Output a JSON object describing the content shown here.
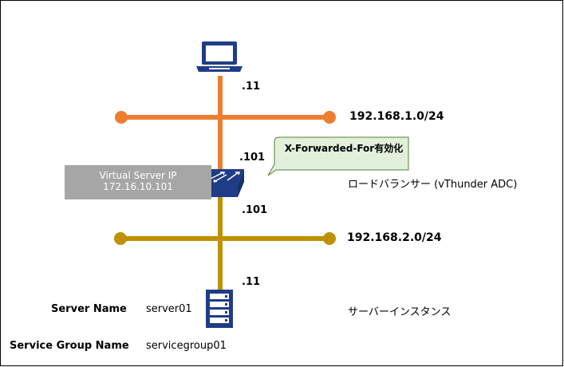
{
  "colors": {
    "upper_network": "#ed7d31",
    "lower_network": "#bf9000",
    "device_fill": "#1f3c88",
    "callout_fill": "#e2efda",
    "label_box": "#a6a6a6"
  },
  "icons": {
    "client": "laptop-icon",
    "load_balancer": "switch-icon",
    "server": "server-icon"
  },
  "client": {
    "ip_suffix": ".11"
  },
  "upper_network": {
    "cidr": "192.168.1.0/24"
  },
  "load_balancer": {
    "upper_ip_suffix": ".101",
    "lower_ip_suffix": ".101",
    "name": "ロードバランサー (vThunder ADC)",
    "callout": "X-Forwarded-For有効化",
    "virtual_server": {
      "title": "Virtual Server IP",
      "ip": "172.16.10.101"
    }
  },
  "lower_network": {
    "cidr": "192.168.2.0/24"
  },
  "server": {
    "ip_suffix": ".11",
    "instance_label": "サーバーインスタンス",
    "server_name_key": "Server Name",
    "server_name_value": "server01",
    "service_group_key": "Service Group Name",
    "service_group_value": "servicegroup01"
  }
}
